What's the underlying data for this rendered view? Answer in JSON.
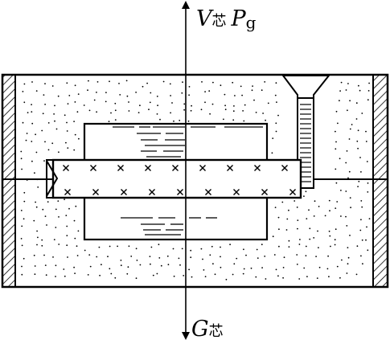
{
  "labels": {
    "v": "V",
    "v_sub": "芯",
    "p": "P",
    "p_sub": "g",
    "g": "G",
    "g_sub": "芯"
  },
  "core": {
    "top_marks": 9,
    "bottom_marks": 9
  }
}
